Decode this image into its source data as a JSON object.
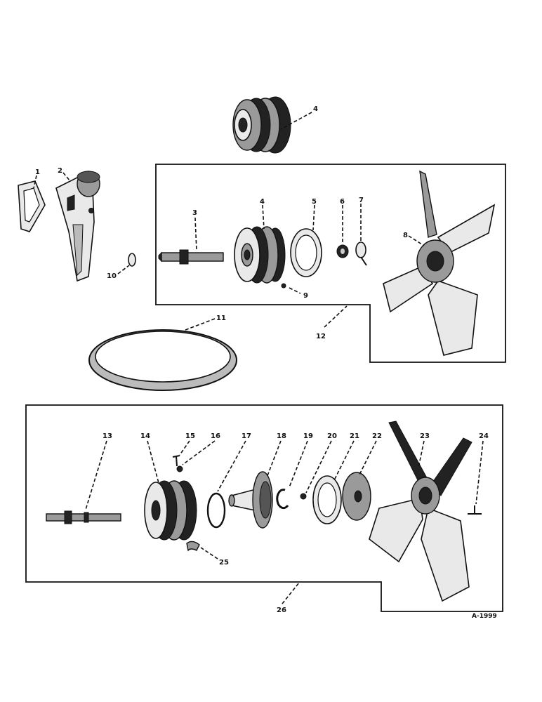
{
  "callouts": {
    "c1": "1",
    "c2": "2",
    "c3": "3",
    "c4_top": "4",
    "c4": "4",
    "c5": "5",
    "c6": "6",
    "c7": "7",
    "c8": "8",
    "c9": "9",
    "c10": "10",
    "c11": "11",
    "c12": "12",
    "c13": "13",
    "c14": "14",
    "c15": "15",
    "c16": "16",
    "c17": "17",
    "c18": "18",
    "c19": "19",
    "c20": "20",
    "c21": "21",
    "c22": "22",
    "c23": "23",
    "c24": "24",
    "c25": "25",
    "c26": "26"
  },
  "reference": "A-1999"
}
